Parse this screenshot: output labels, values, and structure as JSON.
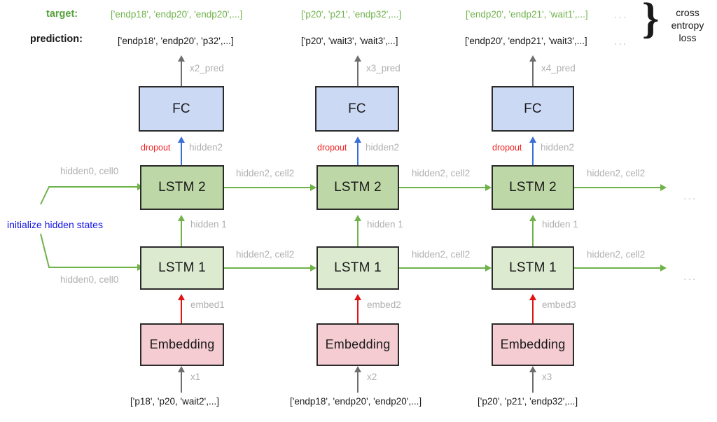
{
  "diagram": {
    "title": "Two-layer LSTM sequence model unrolled over three timesteps",
    "colors": {
      "fc_fill": "#ccd9f5",
      "lstm2_fill": "#bdd7a7",
      "lstm1_fill": "#dcead0",
      "embedding_fill": "#f4ccd1",
      "target_text": "#59a13c",
      "dropout_text": "#f42020",
      "init_text": "#1414e6",
      "flow_green": "#6fb24a",
      "flow_gray": "#6e6e6e",
      "flow_blue": "#3a6fd8",
      "flow_red": "#e01414"
    }
  },
  "rows": {
    "target_label": "target:",
    "prediction_label": "prediction:"
  },
  "targets": [
    "['endp18', 'endp20', 'endp20',...]",
    "['p20', 'p21', 'endp32',...]",
    "['endp20', 'endp21', 'wait1',...]"
  ],
  "predictions": [
    "['endp18', 'endp20', 'p32',...]",
    "['p20', 'wait3', 'wait3',...]",
    "['endp20', 'endp21', 'wait3',...]"
  ],
  "ellipsis": "...",
  "loss": {
    "brace": "}",
    "line1": "cross",
    "line2": "entropy",
    "line3": "loss"
  },
  "columns": [
    {
      "pred_label": "x2_pred",
      "fc_label": "FC",
      "dropout_label": "dropout",
      "hidden2_label": "hidden2",
      "lstm2_label": "LSTM 2",
      "lstm2_in_label": "hidden0, cell0",
      "lstm2_out_label": "hidden2, cell2",
      "hidden1_label": "hidden 1",
      "lstm1_label": "LSTM 1",
      "lstm1_in_label": "hidden0, cell0",
      "lstm1_out_label": "hidden2, cell2",
      "embed_arrow_label": "embed1",
      "embedding_label": "Embedding",
      "x_label": "x1",
      "input_seq": "['p18', 'p20, 'wait2',...]"
    },
    {
      "pred_label": "x3_pred",
      "fc_label": "FC",
      "dropout_label": "dropout",
      "hidden2_label": "hidden2",
      "lstm2_label": "LSTM 2",
      "lstm2_in_label": "",
      "lstm2_out_label": "hidden2, cell2",
      "hidden1_label": "hidden 1",
      "lstm1_label": "LSTM 1",
      "lstm1_in_label": "",
      "lstm1_out_label": "hidden2, cell2",
      "embed_arrow_label": "embed2",
      "embedding_label": "Embedding",
      "x_label": "x2",
      "input_seq": "['endp18', 'endp20', 'endp20',...]"
    },
    {
      "pred_label": "x4_pred",
      "fc_label": "FC",
      "dropout_label": "dropout",
      "hidden2_label": "hidden2",
      "lstm2_label": "LSTM 2",
      "lstm2_in_label": "",
      "lstm2_out_label": "hidden2, cell2",
      "hidden1_label": "hidden 1",
      "lstm1_label": "LSTM 1",
      "lstm1_in_label": "",
      "lstm1_out_label": "hidden2, cell2",
      "embed_arrow_label": "embed3",
      "embedding_label": "Embedding",
      "x_label": "x3",
      "input_seq": "['p20', 'p21', 'endp32',...]"
    }
  ],
  "init": {
    "label": "initialize hidden states"
  },
  "right_ellipsis": {
    "lstm2": "...",
    "lstm1": "..."
  }
}
